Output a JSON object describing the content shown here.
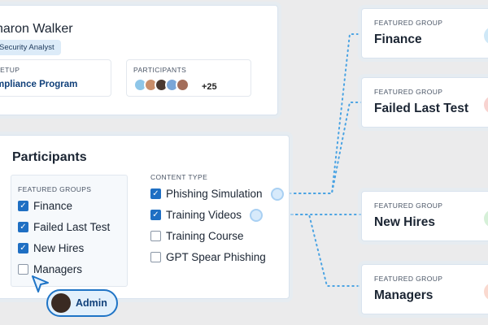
{
  "profile": {
    "name": "haron Walker",
    "role": "Security Analyst",
    "setup_label": "SETUP",
    "setup_value": "ompliance Program",
    "participants_label": "PARTICIPANTS",
    "participants_extra": "+25"
  },
  "panel": {
    "title": "Participants",
    "groups_label": "FEATURED GROUPS",
    "groups": [
      {
        "label": "Finance",
        "checked": true
      },
      {
        "label": "Failed Last Test",
        "checked": true
      },
      {
        "label": "New Hires",
        "checked": true
      },
      {
        "label": "Managers",
        "checked": false
      }
    ],
    "content_label": "CONTENT TYPE",
    "content": [
      {
        "label": "Phishing Simulation",
        "checked": true
      },
      {
        "label": "Training Videos",
        "checked": true
      },
      {
        "label": "Training Course",
        "checked": false
      },
      {
        "label": "GPT Spear Phishing",
        "checked": false
      }
    ]
  },
  "featured_cards": [
    {
      "label": "FEATURED GROUP",
      "name": "Finance"
    },
    {
      "label": "FEATURED GROUP",
      "name": "Failed Last Test"
    },
    {
      "label": "FEATURED GROUP",
      "name": "New Hires"
    },
    {
      "label": "FEATURED GROUP",
      "name": "Managers"
    }
  ],
  "admin_chip": {
    "label": "Admin"
  },
  "colors": {
    "accent": "#1f6fc3",
    "link_dots": "#4aa3e3",
    "badge_bg": "#dcebf8"
  }
}
